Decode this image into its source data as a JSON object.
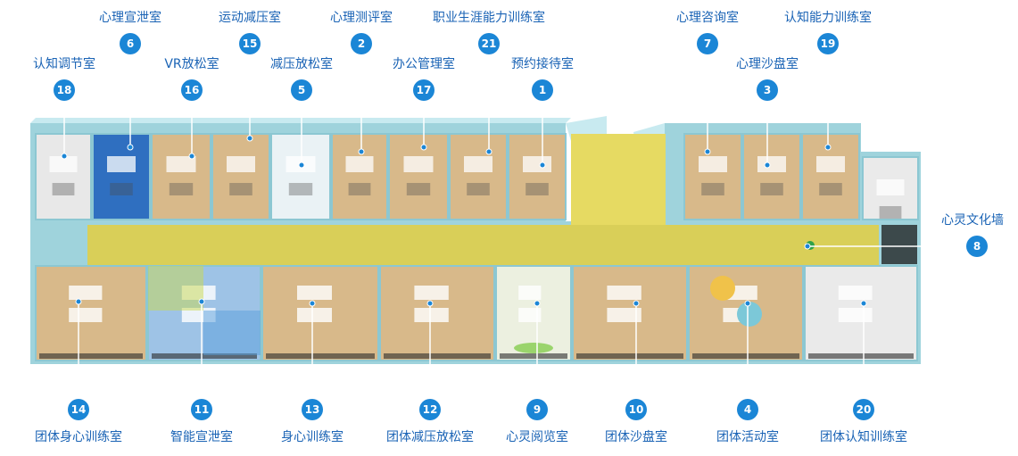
{
  "floor_plan": {
    "title": "",
    "rooms": [
      {
        "id": "18",
        "name": "认知调节室"
      },
      {
        "id": "6",
        "name": "心理宣泄室"
      },
      {
        "id": "16",
        "name": "VR放松室"
      },
      {
        "id": "15",
        "name": "运动减压室"
      },
      {
        "id": "5",
        "name": "减压放松室"
      },
      {
        "id": "2",
        "name": "心理测评室"
      },
      {
        "id": "17",
        "name": "办公管理室"
      },
      {
        "id": "21",
        "name": "职业生涯能力训练室"
      },
      {
        "id": "1",
        "name": "预约接待室"
      },
      {
        "id": "7",
        "name": "心理咨询室"
      },
      {
        "id": "3",
        "name": "心理沙盘室"
      },
      {
        "id": "19",
        "name": "认知能力训练室"
      },
      {
        "id": "8",
        "name": "心灵文化墙"
      },
      {
        "id": "14",
        "name": "团体身心训练室"
      },
      {
        "id": "11",
        "name": "智能宣泄室"
      },
      {
        "id": "13",
        "name": "身心训练室"
      },
      {
        "id": "12",
        "name": "团体减压放松室"
      },
      {
        "id": "9",
        "name": "心灵阅览室"
      },
      {
        "id": "10",
        "name": "团体沙盘室"
      },
      {
        "id": "4",
        "name": "团体活动室"
      },
      {
        "id": "20",
        "name": "团体认知训练室"
      }
    ]
  },
  "colors": {
    "label": "#1a63b5",
    "badge": "#1b86d6",
    "corridor": "#e6d65a",
    "wall": "#9fd3dc",
    "floor": "#d8b98a"
  }
}
